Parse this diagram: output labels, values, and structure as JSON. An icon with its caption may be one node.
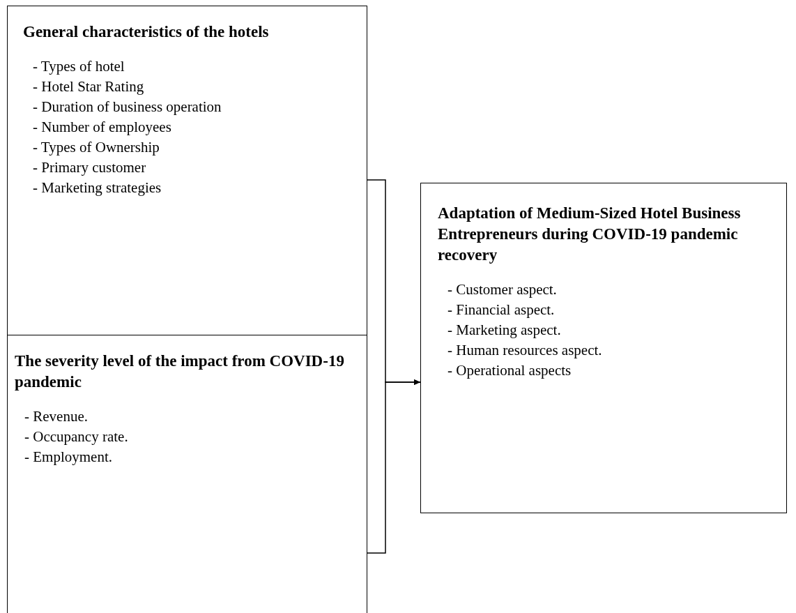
{
  "diagram": {
    "nodes": [
      {
        "text": [
          "General characteristics of the hotels",
          "- Types of hotel",
          "- Hotel Star Rating",
          "- Duration of business operation",
          "- Number of employees",
          "- Types of Ownership",
          "- Primary customer",
          "- Marketing strategies"
        ]
      },
      {
        "text": [
          "The severity level of the impact from COVID-19 pandemic",
          "- Revenue.",
          "- Occupancy rate.",
          "- Employment."
        ]
      },
      {
        "text": [
          "Adaptation of Medium-Sized Hotel Business Entrepreneurs during COVID-19 pandemic recovery",
          "- Customer aspect.",
          "- Financial aspect.",
          "- Marketing aspect.",
          "- Human resources aspect.",
          "- Operational aspects"
        ]
      }
    ],
    "edges": [
      {
        "from": 0,
        "to": 2,
        "arrow": "to"
      },
      {
        "from": 1,
        "to": 2,
        "arrow": "to"
      }
    ]
  }
}
